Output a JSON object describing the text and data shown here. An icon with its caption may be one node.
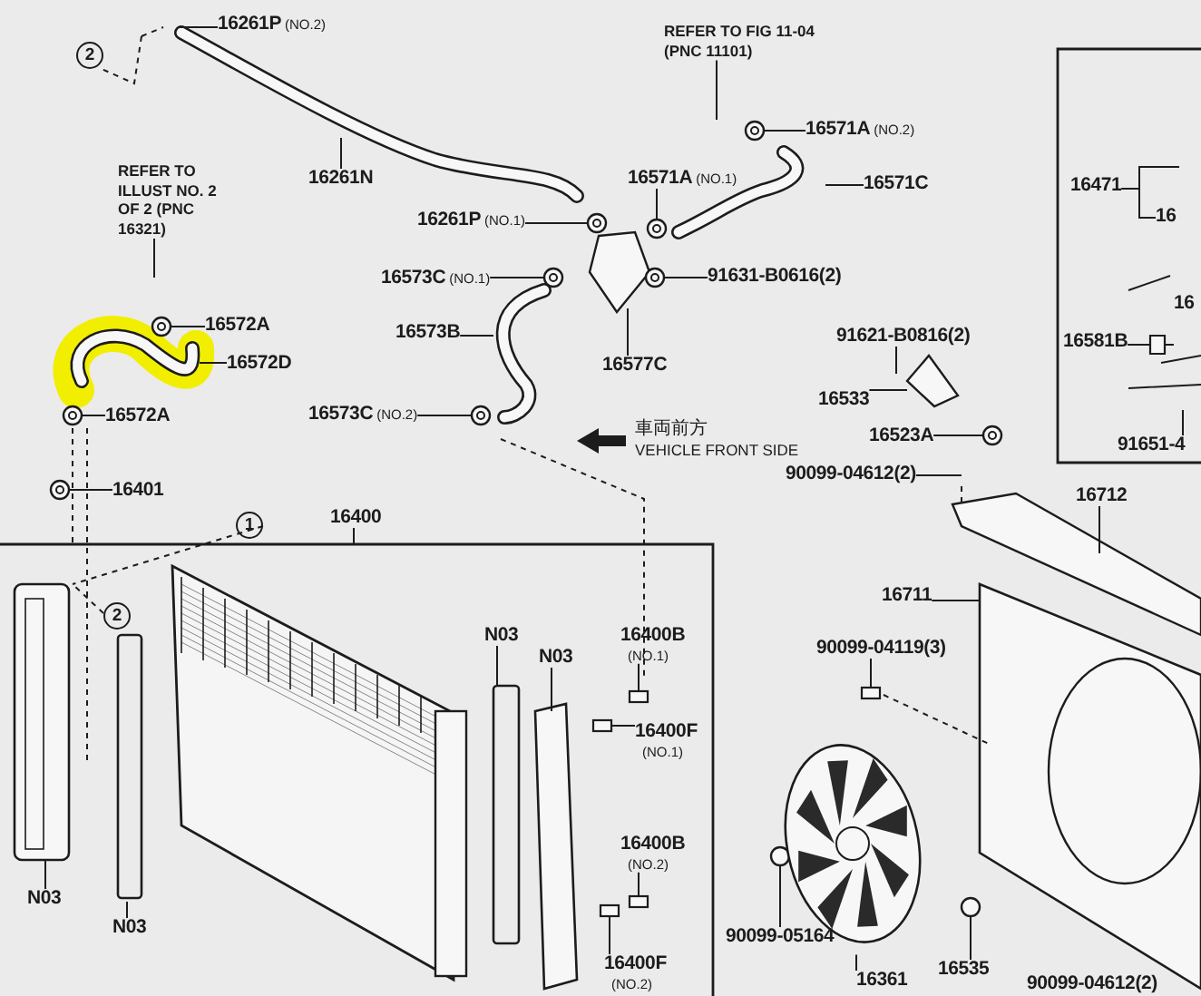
{
  "diagram": {
    "nodes": [
      {
        "text": [
          "16261P",
          "(NO.2)"
        ]
      },
      {
        "text": [
          "REFER TO FIG 11-04 (PNC 11101)"
        ]
      },
      {
        "text": [
          "16571A",
          "(NO.2)"
        ]
      },
      {
        "text": [
          "16261N"
        ]
      },
      {
        "text": [
          "REFER TO ILLUST NO. 2 OF 2 (PNC 16321)"
        ]
      },
      {
        "text": [
          "16571A",
          "(NO.1)"
        ]
      },
      {
        "text": [
          "16471"
        ]
      },
      {
        "text": [
          "16571C"
        ]
      },
      {
        "text": [
          "16"
        ]
      },
      {
        "text": [
          "16261P",
          "(NO.1)"
        ]
      },
      {
        "text": [
          "16573C",
          "(NO.1)"
        ]
      },
      {
        "text": [
          "91631-B0616(2)"
        ]
      },
      {
        "text": [
          "16572A"
        ]
      },
      {
        "text": [
          "16"
        ]
      },
      {
        "text": [
          "16573B"
        ]
      },
      {
        "text": [
          "91621-B0816(2)"
        ]
      },
      {
        "text": [
          "16581B"
        ]
      },
      {
        "text": [
          "16572D"
        ]
      },
      {
        "text": [
          "16577C"
        ]
      },
      {
        "text": [
          "16533"
        ]
      },
      {
        "text": [
          "16573C",
          "(NO.2)"
        ]
      },
      {
        "text": [
          "16572A"
        ]
      },
      {
        "text": [
          "16523A"
        ]
      },
      {
        "text": [
          "91651-4"
        ]
      },
      {
        "text": [
          "90099-04612(2)"
        ]
      },
      {
        "text": [
          "16401"
        ]
      },
      {
        "text": [
          "16712"
        ]
      },
      {
        "text": [
          "16400"
        ]
      },
      {
        "text": [
          "16711"
        ]
      },
      {
        "text": [
          "N03"
        ]
      },
      {
        "text": [
          "16400B",
          "(NO.1)"
        ]
      },
      {
        "text": [
          "90099-04119(3)"
        ]
      },
      {
        "text": [
          "N03"
        ]
      },
      {
        "text": [
          "16400F",
          "(NO.1)"
        ]
      },
      {
        "text": [
          "16400B",
          "(NO.2)"
        ]
      },
      {
        "text": [
          "N03"
        ]
      },
      {
        "text": [
          "N03"
        ]
      },
      {
        "text": [
          "90099-05164"
        ]
      },
      {
        "text": [
          "16400F",
          "(NO.2)"
        ]
      },
      {
        "text": [
          "16535"
        ]
      },
      {
        "text": [
          "16361"
        ]
      },
      {
        "text": [
          "90099-04612(2)"
        ]
      },
      {
        "text": [],
        "shape": "picture"
      },
      {
        "text": [],
        "shape": "picture"
      },
      {
        "text": [],
        "shape": "picture"
      },
      {
        "text": [],
        "shape": "picture"
      },
      {
        "text": [],
        "shape": "picture"
      },
      {
        "text": [],
        "shape": "picture"
      },
      {
        "text": [],
        "shape": "picture"
      },
      {
        "text": [],
        "shape": "picture"
      },
      {
        "text": [],
        "shape": "picture"
      },
      {
        "text": [],
        "shape": "picture"
      },
      {
        "text": [],
        "shape": "picture"
      },
      {
        "text": [],
        "shape": "box"
      },
      {
        "text": [],
        "shape": "box"
      },
      {
        "text": [],
        "shape": "box"
      },
      {
        "text": [],
        "shape": "box"
      },
      {
        "text": [],
        "shape": "circle"
      },
      {
        "text": [],
        "shape": "box"
      },
      {
        "text": [],
        "shape": "circle"
      },
      {
        "text": [],
        "shape": "picture"
      },
      {
        "text": [],
        "shape": "picture"
      }
    ],
    "edges": [
      {
        "from": 0,
        "to": null,
        "arrow": "none"
      },
      {
        "from": 1,
        "to": null,
        "arrow": "none"
      },
      {
        "from": 2,
        "to": 42,
        "arrow": "none"
      },
      {
        "from": 3,
        "to": null,
        "arrow": "none"
      },
      {
        "from": 4,
        "to": null,
        "arrow": "none"
      },
      {
        "from": 5,
        "to": 43,
        "arrow": "none"
      },
      {
        "from": 6,
        "to": null,
        "arrow": "none"
      },
      {
        "from": 7,
        "to": null,
        "arrow": "none"
      },
      {
        "from": 9,
        "to": 44,
        "arrow": "none"
      },
      {
        "from": 10,
        "to": 45,
        "arrow": "none"
      },
      {
        "from": 11,
        "to": 46,
        "arrow": "none"
      },
      {
        "from": 12,
        "to": 47,
        "arrow": "none"
      },
      {
        "from": 14,
        "to": null,
        "arrow": "none"
      },
      {
        "from": 15,
        "to": null,
        "arrow": "none"
      },
      {
        "from": 16,
        "to": 60,
        "arrow": "none"
      },
      {
        "from": 17,
        "to": null,
        "arrow": "none"
      },
      {
        "from": 18,
        "to": null,
        "arrow": "none"
      },
      {
        "from": 19,
        "to": 48,
        "arrow": "none"
      },
      {
        "from": 20,
        "to": 49,
        "arrow": "none"
      },
      {
        "from": 21,
        "to": 50,
        "arrow": "none"
      },
      {
        "from": 22,
        "to": 51,
        "arrow": "none"
      },
      {
        "from": 23,
        "to": null,
        "arrow": "none"
      },
      {
        "from": 24,
        "to": null,
        "arrow": "none"
      },
      {
        "from": 25,
        "to": 52,
        "arrow": "none"
      },
      {
        "from": 26,
        "to": null,
        "arrow": "none"
      },
      {
        "from": 27,
        "to": null,
        "arrow": "none"
      },
      {
        "from": 28,
        "to": null,
        "arrow": "none"
      },
      {
        "from": 29,
        "to": null,
        "arrow": "none"
      },
      {
        "from": 30,
        "to": 53,
        "arrow": "none"
      },
      {
        "from": 31,
        "to": 54,
        "arrow": "none"
      },
      {
        "from": 32,
        "to": null,
        "arrow": "none"
      },
      {
        "from": 33,
        "to": 55,
        "arrow": "none"
      },
      {
        "from": 34,
        "to": 56,
        "arrow": "none"
      },
      {
        "from": 35,
        "to": null,
        "arrow": "none"
      },
      {
        "from": 36,
        "to": null,
        "arrow": "none"
      },
      {
        "from": 37,
        "to": 57,
        "arrow": "none"
      },
      {
        "from": 38,
        "to": 58,
        "arrow": "none"
      },
      {
        "from": 39,
        "to": 59,
        "arrow": "none"
      },
      {
        "from": 40,
        "to": 61,
        "arrow": "none"
      },
      {
        "from": 6,
        "to": 8,
        "arrow": "none"
      }
    ],
    "labels": [
      "2",
      "車両前方",
      "VEHICLE FRONT SIDE",
      "1",
      "2"
    ]
  }
}
